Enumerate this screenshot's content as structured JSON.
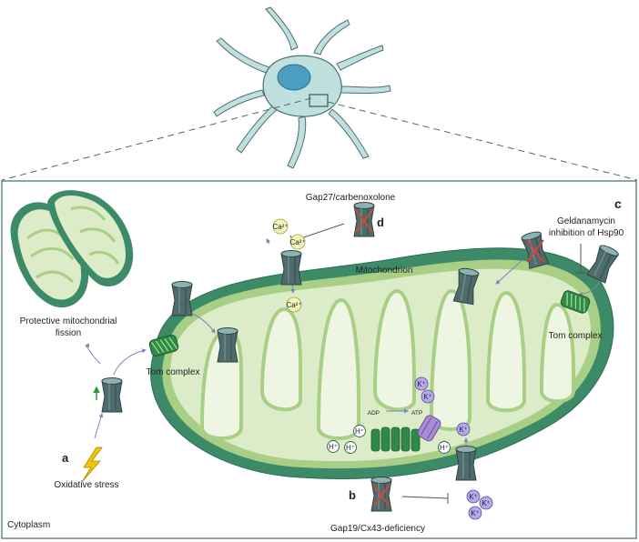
{
  "labels": {
    "panel_c": "c",
    "panel_a": "a",
    "panel_b": "b",
    "panel_d": "d",
    "gap27": "Gap27/carbenoxolone",
    "geldanamycin_line1": "Geldanamycin",
    "geldanamycin_line2": "inhibition of Hsp90",
    "mitochondrion": "Mitochondrion",
    "tom_left": "Tom complex",
    "tom_right": "Tom complex",
    "fission_line1": "Protective mitochondrial",
    "fission_line2": "fission",
    "oxidative": "Oxidative stress",
    "gap19": "Gap19/Cx43-deficiency",
    "cytoplasm": "Cytoplasm",
    "adp": "ADP",
    "atp": "ATP"
  },
  "ions": {
    "ca": "Ca²⁺",
    "h": "H⁺",
    "k": "K⁺"
  },
  "colors": {
    "membrane_outer": "#3d8a68",
    "matrix": "#dcebc8",
    "cristae": "#eef6e3",
    "channel": "#4f6b6b",
    "channel_top": "#8fb2b0",
    "blocker": "#d0463a",
    "ca_ion": "#f3f7b6",
    "k_ion": "#b7a9e6",
    "tom": "#2f8a4a",
    "neuron": "#bfe0de",
    "nucleus": "#4b9ec0"
  }
}
